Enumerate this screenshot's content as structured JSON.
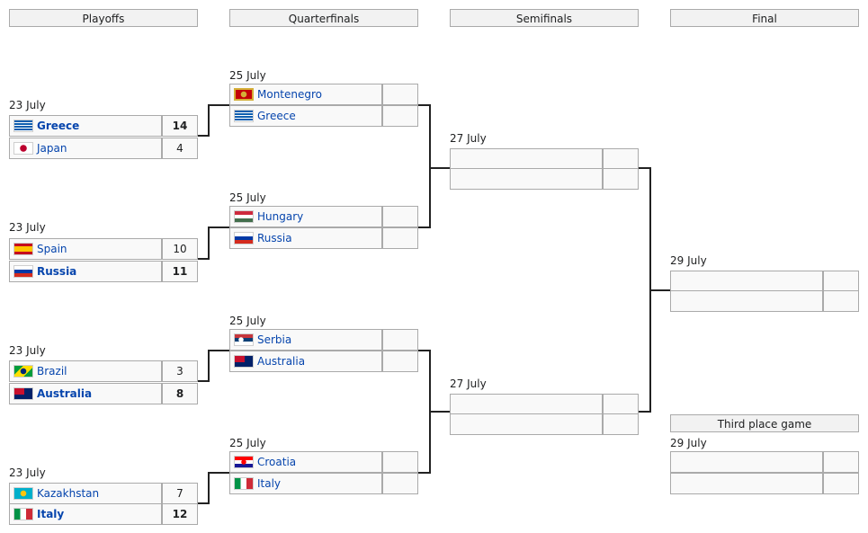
{
  "headers": {
    "playoffs": "Playoffs",
    "quarterfinals": "Quarterfinals",
    "semifinals": "Semifinals",
    "final": "Final",
    "third_place": "Third place game"
  },
  "playoffs": [
    {
      "date": "23 July",
      "teams": [
        {
          "name": "Greece",
          "score": "14",
          "flag": "greece-flag-icon"
        },
        {
          "name": "Japan",
          "score": "4",
          "flag": "japan-flag-icon"
        }
      ]
    },
    {
      "date": "23 July",
      "teams": [
        {
          "name": "Spain",
          "score": "10",
          "flag": "spain-flag-icon"
        },
        {
          "name": "Russia",
          "score": "11",
          "flag": "russia-flag-icon"
        }
      ]
    },
    {
      "date": "23 July",
      "teams": [
        {
          "name": "Brazil",
          "score": "3",
          "flag": "brazil-flag-icon"
        },
        {
          "name": "Australia",
          "score": "8",
          "flag": "australia-flag-icon"
        }
      ]
    },
    {
      "date": "23 July",
      "teams": [
        {
          "name": "Kazakhstan",
          "score": "7",
          "flag": "kazakhstan-flag-icon"
        },
        {
          "name": "Italy",
          "score": "12",
          "flag": "italy-flag-icon"
        }
      ]
    }
  ],
  "quarterfinals": [
    {
      "date": "25 July",
      "teams": [
        {
          "name": "Montenegro",
          "score": "",
          "flag": "montenegro-flag-icon"
        },
        {
          "name": "Greece",
          "score": "",
          "flag": "greece-flag-icon"
        }
      ]
    },
    {
      "date": "25 July",
      "teams": [
        {
          "name": "Hungary",
          "score": "",
          "flag": "hungary-flag-icon"
        },
        {
          "name": "Russia",
          "score": "",
          "flag": "russia-flag-icon"
        }
      ]
    },
    {
      "date": "25 July",
      "teams": [
        {
          "name": "Serbia",
          "score": "",
          "flag": "serbia-flag-icon"
        },
        {
          "name": "Australia",
          "score": "",
          "flag": "australia-flag-icon"
        }
      ]
    },
    {
      "date": "25 July",
      "teams": [
        {
          "name": "Croatia",
          "score": "",
          "flag": "croatia-flag-icon"
        },
        {
          "name": "Italy",
          "score": "",
          "flag": "italy-flag-icon"
        }
      ]
    }
  ],
  "semifinals": [
    {
      "date": "27 July"
    },
    {
      "date": "27 July"
    }
  ],
  "final": {
    "date": "29 July"
  },
  "third_place": {
    "date": "29 July"
  }
}
